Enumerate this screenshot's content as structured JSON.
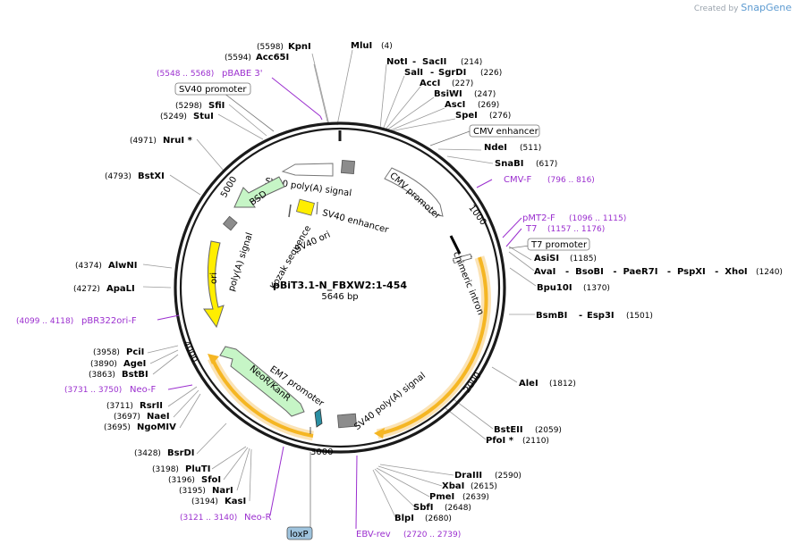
{
  "brand": {
    "prefix": "Created by",
    "name": "SnapGene"
  },
  "plasmid": {
    "name": "pBiT3.1-N_FBXW2:1-454",
    "size": "5646 bp"
  },
  "ticks": [
    "1000",
    "2000",
    "3000",
    "4000",
    "5000"
  ],
  "sites": [
    {
      "id": "kpni",
      "pos": "(5598)",
      "name": "KpnI"
    },
    {
      "id": "acc65i",
      "pos": "(5594)",
      "name": "Acc65I"
    },
    {
      "id": "mlui",
      "pos": "(4)",
      "name": "MluI"
    },
    {
      "id": "noti",
      "name": "NotI",
      "sep": "-",
      "name2": "SacII",
      "pos": "(214)"
    },
    {
      "id": "sali",
      "name": "SalI",
      "sep": "-",
      "name2": "SgrDI",
      "pos": "(226)"
    },
    {
      "id": "acci",
      "name": "AccI",
      "pos": "(227)"
    },
    {
      "id": "bsiwi",
      "name": "BsiWI",
      "pos": "(247)"
    },
    {
      "id": "asci",
      "name": "AscI",
      "pos": "(269)"
    },
    {
      "id": "spei",
      "name": "SpeI",
      "pos": "(276)"
    },
    {
      "id": "ndei",
      "name": "NdeI",
      "pos": "(511)"
    },
    {
      "id": "snabi",
      "name": "SnaBI",
      "pos": "(617)"
    },
    {
      "id": "asisi",
      "name": "AsiSI",
      "pos": "(1185)"
    },
    {
      "id": "avai",
      "name": "AvaI",
      "extra": "-  BsoBI   -  PaeR7I   -  PspXI   -  XhoI",
      "pos": "(1240)"
    },
    {
      "id": "bpu10i",
      "name": "Bpu10I",
      "pos": "(1370)"
    },
    {
      "id": "bsmbi",
      "name": "BsmBI",
      "sep": "-",
      "name2": "Esp3I",
      "pos": "(1501)"
    },
    {
      "id": "alei",
      "name": "AleI",
      "pos": "(1812)"
    },
    {
      "id": "bsteii",
      "name": "BstEII",
      "pos": "(2059)"
    },
    {
      "id": "pfoi",
      "name": "PfoI *",
      "pos": "(2110)"
    },
    {
      "id": "draiii",
      "name": "DraIII",
      "pos": "(2590)"
    },
    {
      "id": "xbai",
      "name": "XbaI",
      "pos": "(2615)"
    },
    {
      "id": "pmei",
      "name": "PmeI",
      "pos": "(2639)"
    },
    {
      "id": "sbfi",
      "name": "SbfI",
      "pos": "(2648)"
    },
    {
      "id": "blpi",
      "name": "BlpI",
      "pos": "(2680)"
    },
    {
      "id": "bsrdi",
      "pos": "(3428)",
      "name": "BsrDI"
    },
    {
      "id": "pluti",
      "pos": "(3198)",
      "name": "PluTI"
    },
    {
      "id": "sfoi",
      "pos": "(3196)",
      "name": "SfoI"
    },
    {
      "id": "nari",
      "pos": "(3195)",
      "name": "NarI"
    },
    {
      "id": "kasi",
      "pos": "(3194)",
      "name": "KasI"
    },
    {
      "id": "rsrii",
      "pos": "(3711)",
      "name": "RsrII"
    },
    {
      "id": "naei",
      "pos": "(3697)",
      "name": "NaeI"
    },
    {
      "id": "ngomiv",
      "pos": "(3695)",
      "name": "NgoMIV"
    },
    {
      "id": "pcii",
      "pos": "(3958)",
      "name": "PciI"
    },
    {
      "id": "agei",
      "pos": "(3890)",
      "name": "AgeI"
    },
    {
      "id": "bstbi",
      "pos": "(3863)",
      "name": "BstBI"
    },
    {
      "id": "apali",
      "pos": "(4272)",
      "name": "ApaLI"
    },
    {
      "id": "alwni",
      "pos": "(4374)",
      "name": "AlwNI"
    },
    {
      "id": "bstxi",
      "pos": "(4793)",
      "name": "BstXI"
    },
    {
      "id": "nrui",
      "pos": "(4971)",
      "name": "NruI *"
    },
    {
      "id": "stui",
      "pos": "(5249)",
      "name": "StuI"
    },
    {
      "id": "sfii",
      "pos": "(5298)",
      "name": "SfiI"
    }
  ],
  "primers": [
    {
      "id": "pbabe3",
      "range": "(5548 .. 5568)",
      "name": "pBABE 3'"
    },
    {
      "id": "cmvf",
      "name": "CMV-F",
      "range": "(796 .. 816)"
    },
    {
      "id": "pmt2f",
      "name": "pMT2-F",
      "range": "(1096 .. 1115)"
    },
    {
      "id": "t7",
      "name": "T7",
      "range": "(1157 .. 1176)"
    },
    {
      "id": "pbr322",
      "range": "(4099 .. 4118)",
      "name": "pBR322ori-F"
    },
    {
      "id": "neof",
      "range": "(3731 .. 3750)",
      "name": "Neo-F"
    },
    {
      "id": "neor",
      "range": "(3121 .. 3140)",
      "name": "Neo-R"
    },
    {
      "id": "ebvrev",
      "name": "EBV-rev",
      "range": "(2720 .. 2739)"
    }
  ],
  "boxed_features": [
    {
      "id": "sv40prom",
      "label": "SV40 promoter"
    },
    {
      "id": "cmvenh",
      "label": "CMV enhancer"
    },
    {
      "id": "t7prom",
      "label": "T7 promoter"
    },
    {
      "id": "loxp",
      "label": "loxP"
    }
  ],
  "features": [
    {
      "id": "sv40polya1",
      "label": "SV40 poly(A) signal"
    },
    {
      "id": "cmvprom",
      "label": "CMV promoter"
    },
    {
      "id": "chimeric",
      "label": "chimeric intron"
    },
    {
      "id": "sv40polya2",
      "label": "SV40 poly(A) signal"
    },
    {
      "id": "em7",
      "label": "EM7 promoter"
    },
    {
      "id": "neokan",
      "label": "NeoR/KanR"
    },
    {
      "id": "ori",
      "label": "ori"
    },
    {
      "id": "polya",
      "label": "poly(A) signal"
    },
    {
      "id": "bsd",
      "label": "BSD"
    },
    {
      "id": "kozak",
      "label": "Kozak sequence"
    },
    {
      "id": "sv40ori",
      "label": "SV40 ori"
    },
    {
      "id": "sv40enh",
      "label": "SV40 enhancer"
    }
  ],
  "colors": {
    "backbone": "#1a1a1a",
    "orange_feature": "#f5b623",
    "orange_glow": "#fbe3b5",
    "resistance_gene": "#c6f5c6",
    "ori": "#ffee00",
    "gray_feature": "#8c8c8c",
    "primer": "#9b2fcf",
    "loxp": "#9ec3dd"
  }
}
